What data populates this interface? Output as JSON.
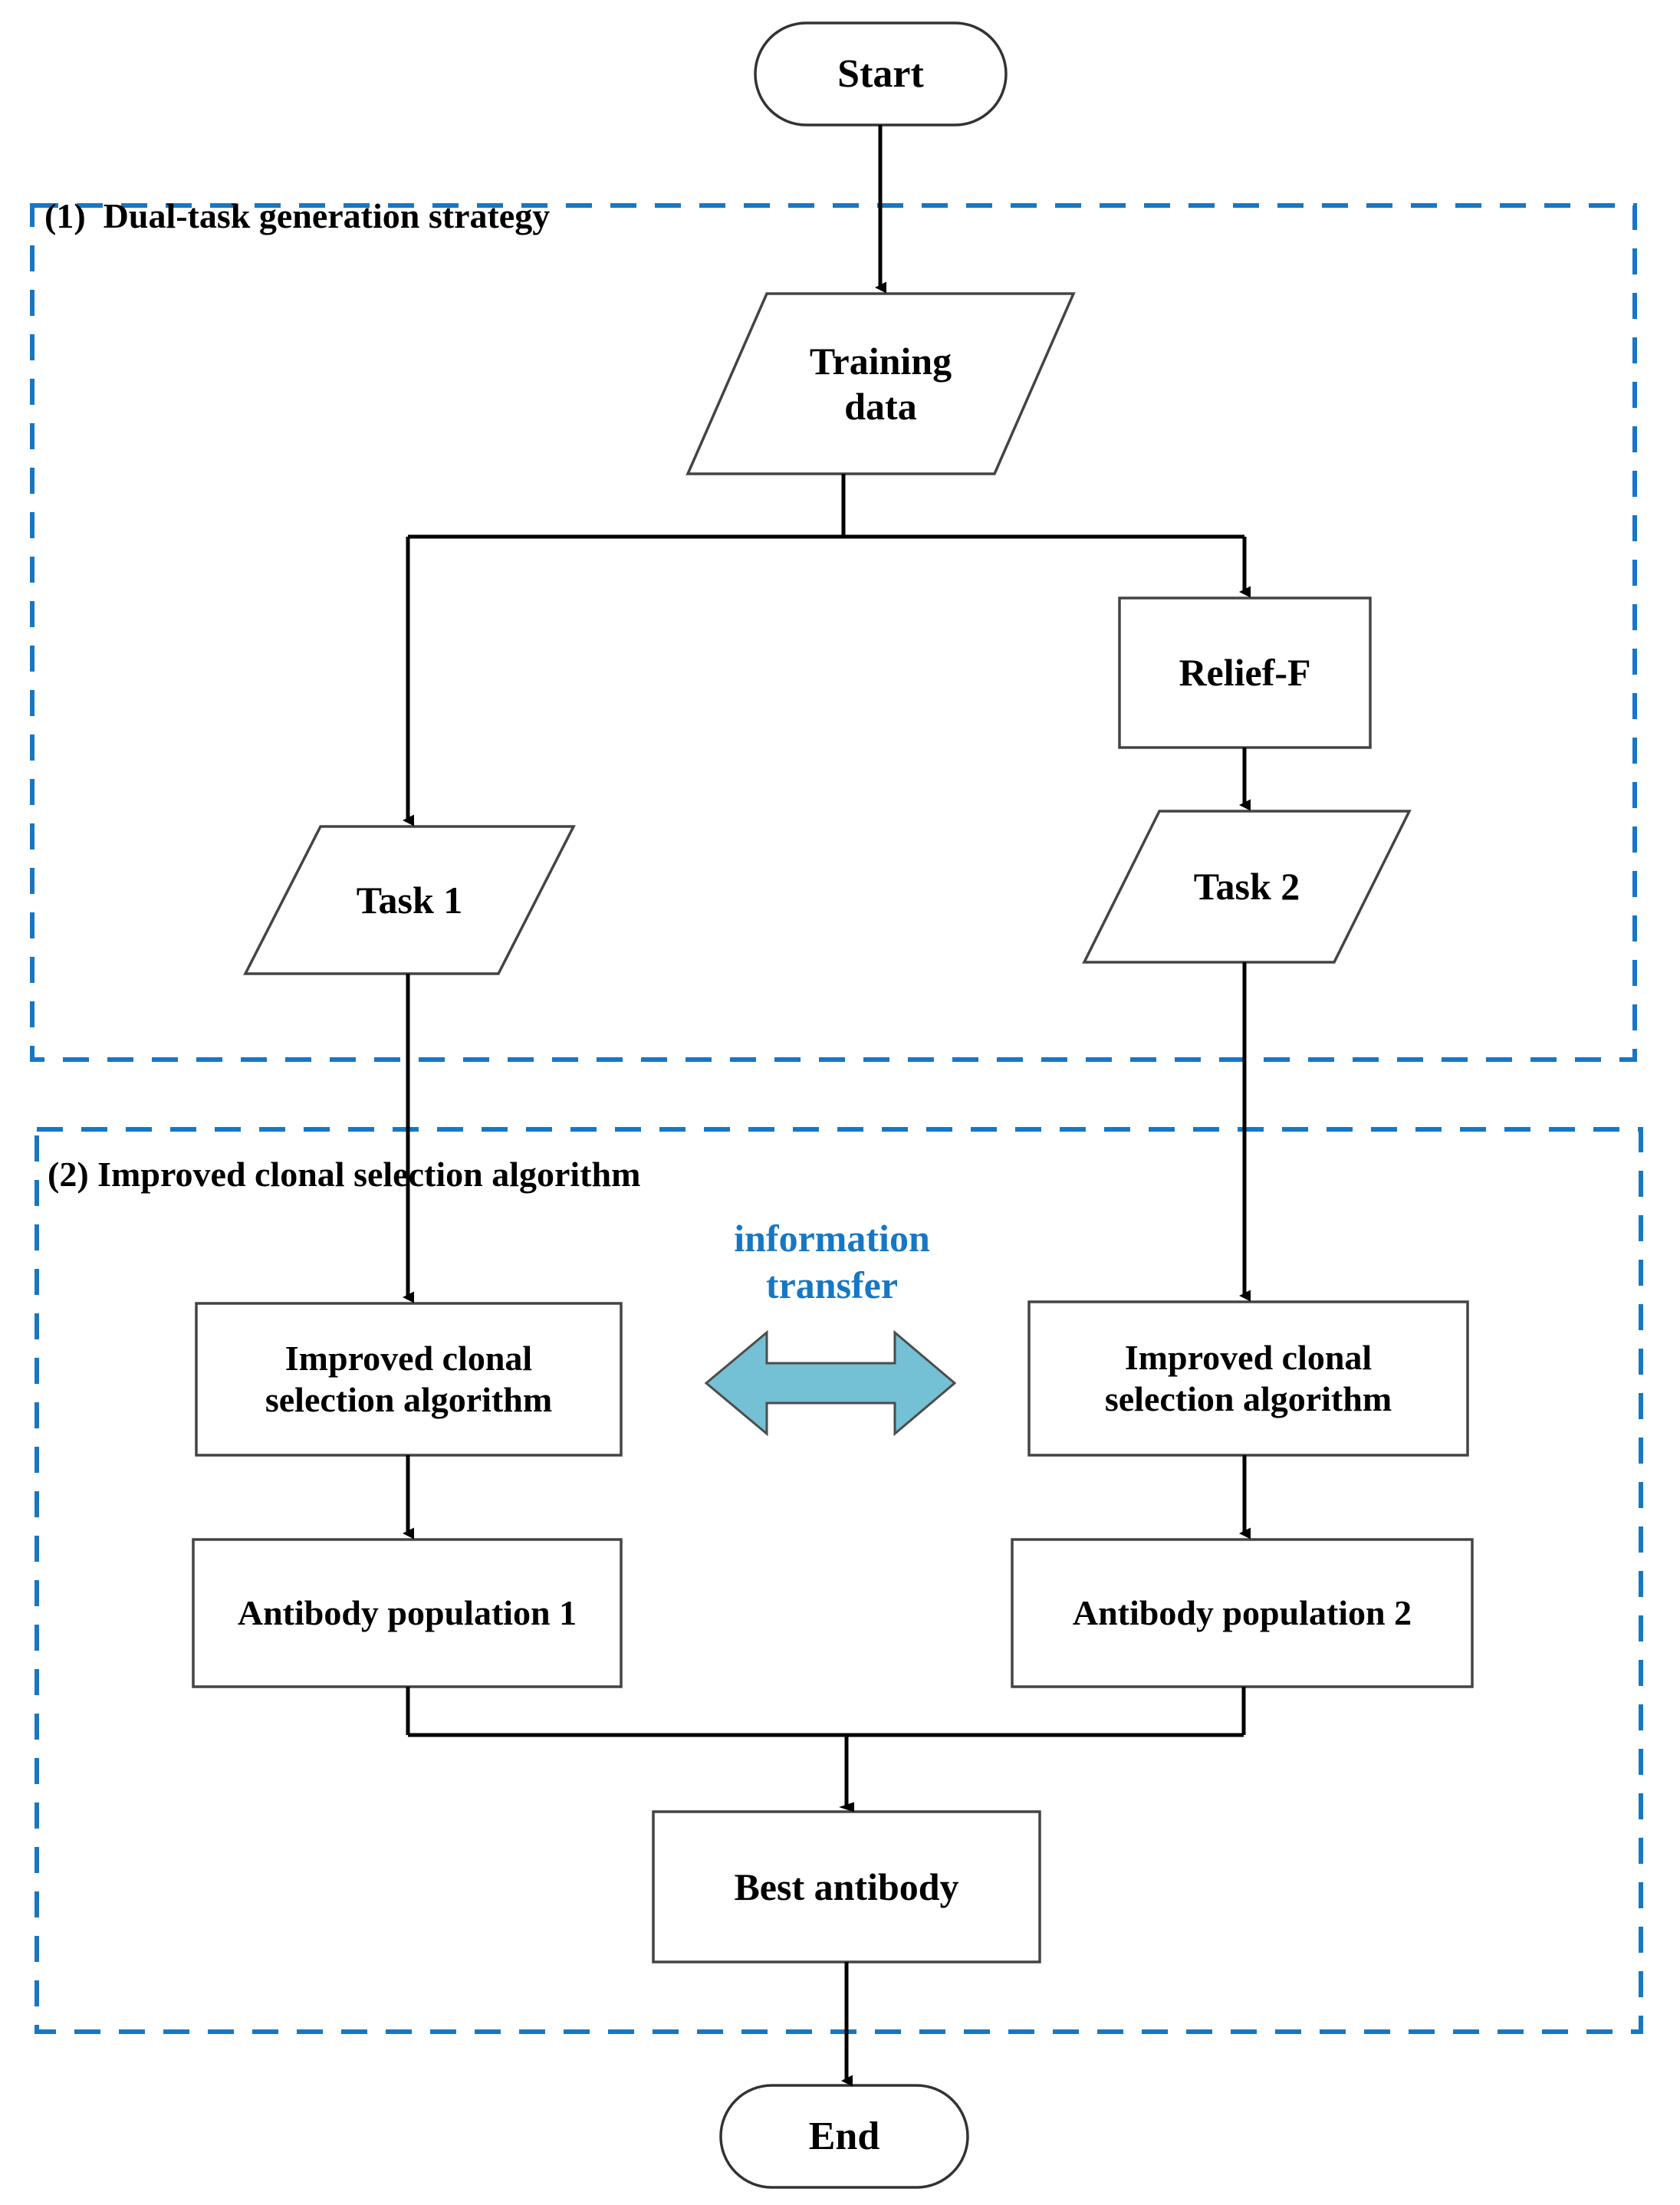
{
  "figure": {
    "type": "flowchart",
    "title": "Dual-task clonal selection algorithm flowchart",
    "background_color": "#ffffff",
    "stroke_color": "#000000",
    "section_border_color": "#1777c4",
    "accent_text_color": "#1777c4",
    "transfer_arrow_fill": "#74c0d5",
    "transfer_arrow_stroke": "#444444"
  },
  "sections": [
    {
      "id": "section-1",
      "label": "(1)  Dual-task generation strategy",
      "border_style": "dashed",
      "border_color": "#1777c4"
    },
    {
      "id": "section-2",
      "label": "(2) Improved clonal selection algorithm",
      "border_style": "dashed",
      "border_color": "#1777c4"
    }
  ],
  "nodes": {
    "start": {
      "label": "Start",
      "shape": "stadium"
    },
    "training_data": {
      "label": "Training\ndata",
      "shape": "parallelogram"
    },
    "relief_f": {
      "label": "Relief-F",
      "shape": "rectangle"
    },
    "task1": {
      "label": "Task 1",
      "shape": "parallelogram"
    },
    "task2": {
      "label": "Task 2",
      "shape": "parallelogram"
    },
    "icsa_left": {
      "label": "Improved clonal\nselection algorithm",
      "shape": "rectangle"
    },
    "icsa_right": {
      "label": "Improved clonal\nselection algorithm",
      "shape": "rectangle"
    },
    "antibody1": {
      "label": "Antibody population 1",
      "shape": "rectangle"
    },
    "antibody2": {
      "label": "Antibody population 2",
      "shape": "rectangle"
    },
    "best_antibody": {
      "label": "Best antibody",
      "shape": "rectangle"
    },
    "end": {
      "label": "End",
      "shape": "stadium"
    }
  },
  "annotations": {
    "information_transfer": {
      "label": "information\ntransfer",
      "icon": "double-headed-horizontal-arrow"
    }
  },
  "edges": [
    {
      "from": "start",
      "to": "training_data"
    },
    {
      "from": "training_data",
      "to": "task1"
    },
    {
      "from": "training_data",
      "to": "relief_f"
    },
    {
      "from": "relief_f",
      "to": "task2"
    },
    {
      "from": "task1",
      "to": "icsa_left"
    },
    {
      "from": "task2",
      "to": "icsa_right"
    },
    {
      "from": "icsa_left",
      "to": "antibody1"
    },
    {
      "from": "icsa_right",
      "to": "antibody2"
    },
    {
      "from": "antibody1",
      "to": "best_antibody"
    },
    {
      "from": "antibody2",
      "to": "best_antibody"
    },
    {
      "from": "best_antibody",
      "to": "end"
    },
    {
      "from": "icsa_left",
      "to": "icsa_right",
      "kind": "bidirectional",
      "label": "information transfer"
    }
  ]
}
